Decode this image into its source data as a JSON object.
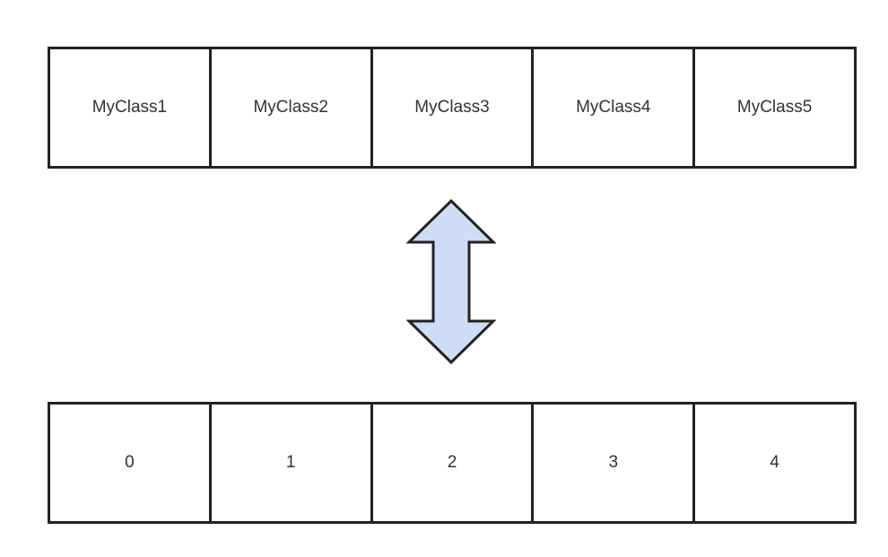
{
  "diagram": {
    "top_row": {
      "cells": [
        "MyClass1",
        "MyClass2",
        "MyClass3",
        "MyClass4",
        "MyClass5"
      ]
    },
    "bottom_row": {
      "cells": [
        "0",
        "1",
        "2",
        "3",
        "4"
      ]
    },
    "arrow": {
      "icon": "double-arrow-vertical-icon",
      "fill_color": "#cfdcf5",
      "stroke_color": "#222222"
    }
  }
}
